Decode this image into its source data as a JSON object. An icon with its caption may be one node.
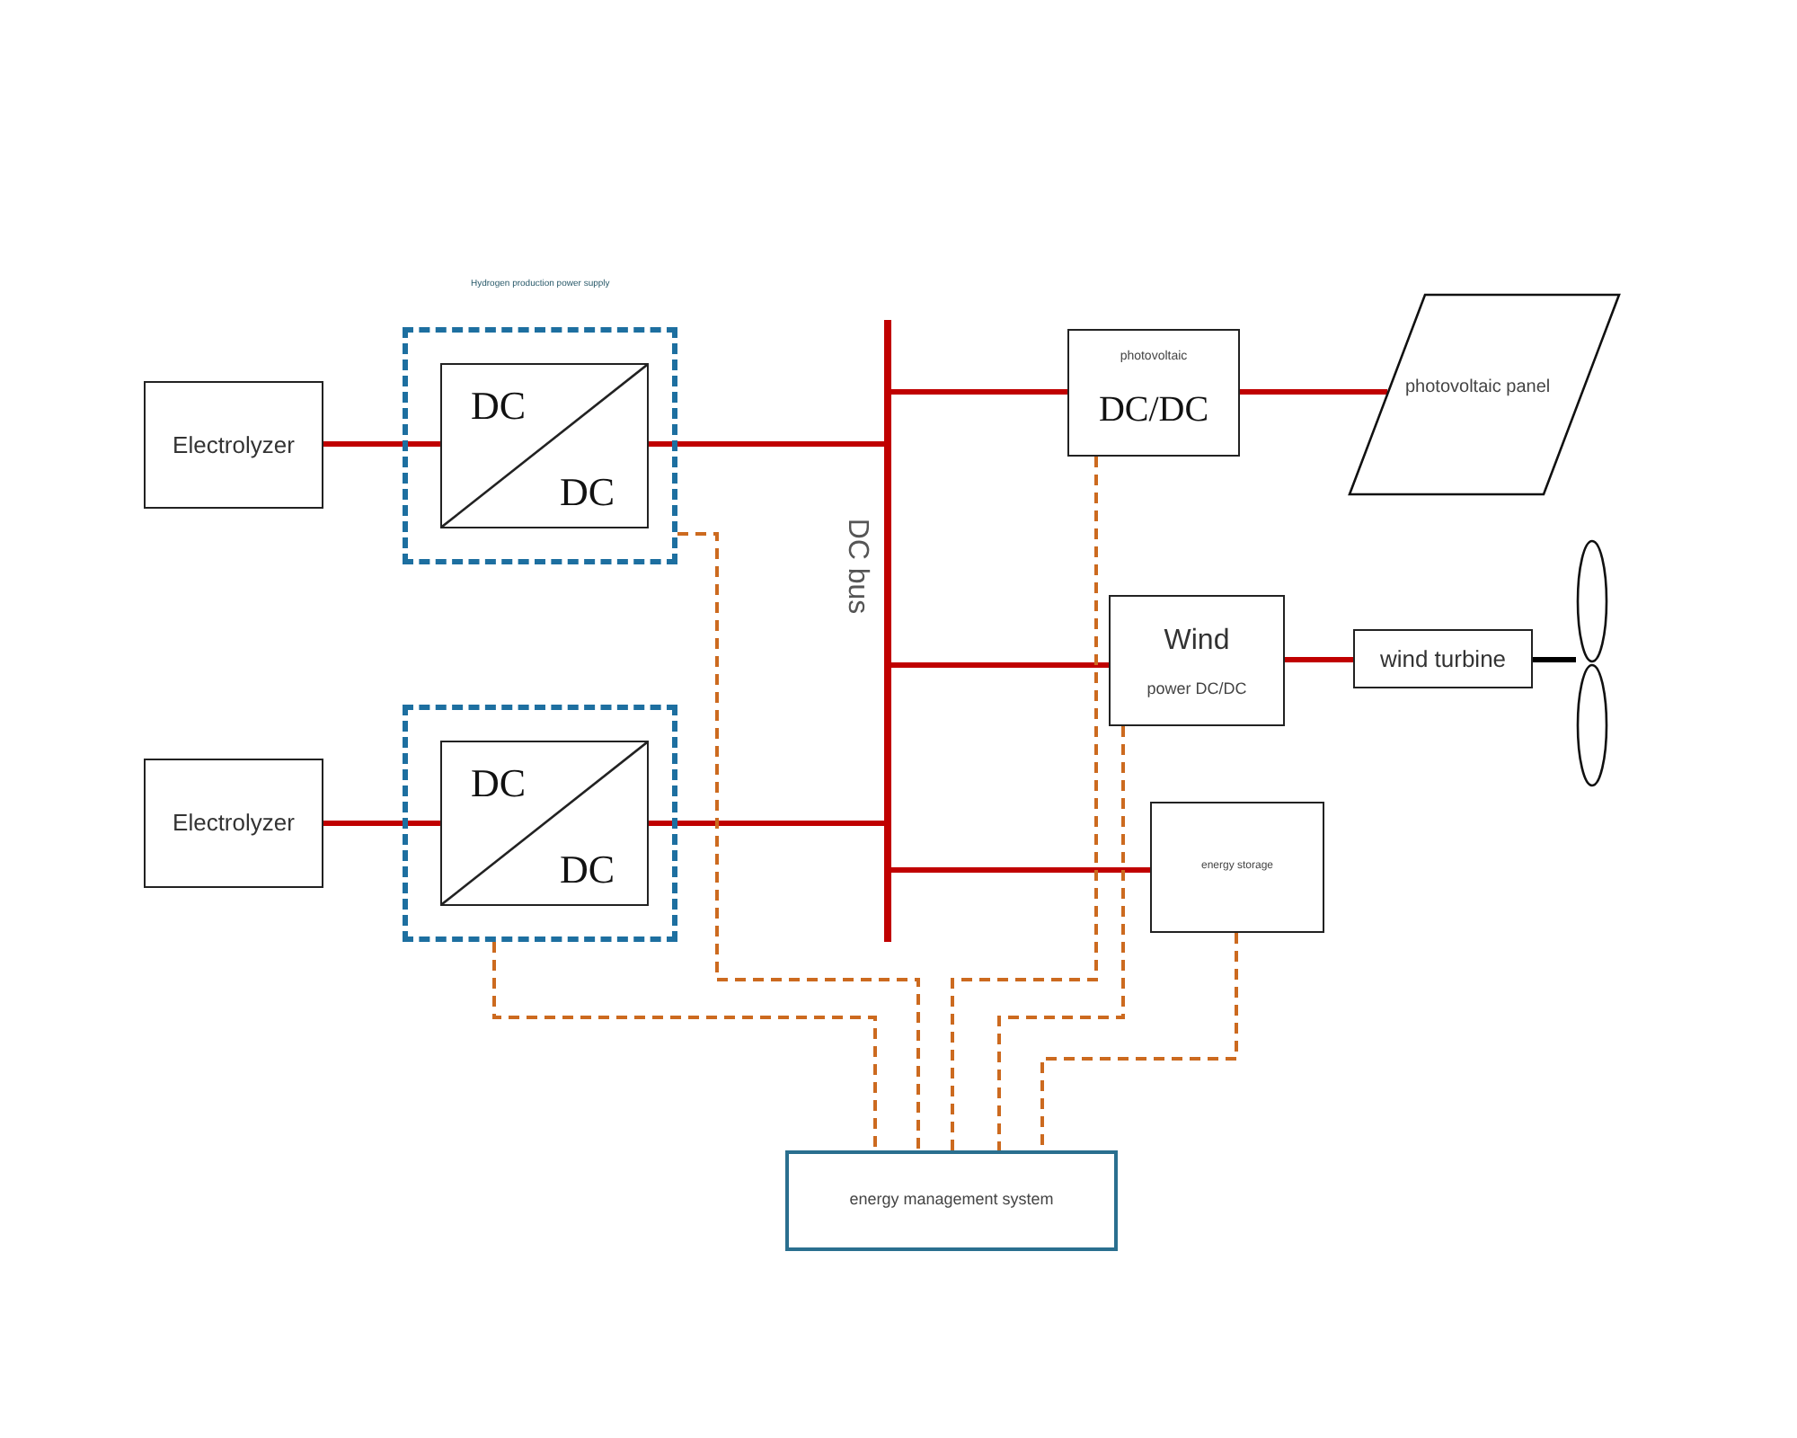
{
  "diagram": {
    "nodes": [
      {
        "text": [
          "Electrolyzer"
        ]
      },
      {
        "text": [
          "Electrolyzer"
        ]
      },
      {
        "text": [],
        "shape": "box"
      },
      {
        "text": [
          "DC",
          "DC"
        ],
        "in": 2
      },
      {
        "text": [],
        "shape": "box"
      },
      {
        "text": [
          "DC",
          "DC"
        ],
        "in": 4
      },
      {
        "text": [],
        "shape": "bar",
        "beside": [
          "DC bus"
        ]
      },
      {
        "text": [
          "photovoltaic",
          "DC/DC"
        ]
      },
      {
        "text": [
          "photovoltaic panel"
        ]
      },
      {
        "text": [
          "Wind",
          "power DC/DC"
        ]
      },
      {
        "text": [
          "wind turbine"
        ]
      },
      {
        "text": [],
        "shape": "picture"
      },
      {
        "text": [
          "energy storage"
        ]
      },
      {
        "text": [
          "energy management system"
        ]
      }
    ],
    "edges": [
      {
        "from": 0,
        "to": 3,
        "arrow": "none"
      },
      {
        "from": 3,
        "to": 6,
        "arrow": "none"
      },
      {
        "from": 1,
        "to": 5,
        "arrow": "none"
      },
      {
        "from": 5,
        "to": 6,
        "arrow": "none"
      },
      {
        "from": 6,
        "to": 7,
        "arrow": "none"
      },
      {
        "from": 7,
        "to": 8,
        "arrow": "none"
      },
      {
        "from": 6,
        "to": 9,
        "arrow": "none"
      },
      {
        "from": 9,
        "to": 10,
        "arrow": "none"
      },
      {
        "from": 6,
        "to": 12,
        "arrow": "none"
      },
      {
        "from": 10,
        "to": 11,
        "arrow": "none",
        "color": "#000000"
      },
      {
        "from": 2,
        "to": 13,
        "arrow": "none",
        "style": "dashed",
        "color": "#cc6a1f"
      },
      {
        "from": 4,
        "to": 13,
        "arrow": "none",
        "style": "dashed",
        "color": "#cc6a1f"
      },
      {
        "from": 7,
        "to": 13,
        "arrow": "none",
        "style": "dashed",
        "color": "#cc6a1f"
      },
      {
        "from": 9,
        "to": 13,
        "arrow": "none",
        "style": "dashed",
        "color": "#cc6a1f"
      },
      {
        "from": 12,
        "to": 13,
        "arrow": "none",
        "style": "dashed",
        "color": "#cc6a1f"
      }
    ],
    "labels": [
      "Hydrogen production power supply"
    ]
  }
}
